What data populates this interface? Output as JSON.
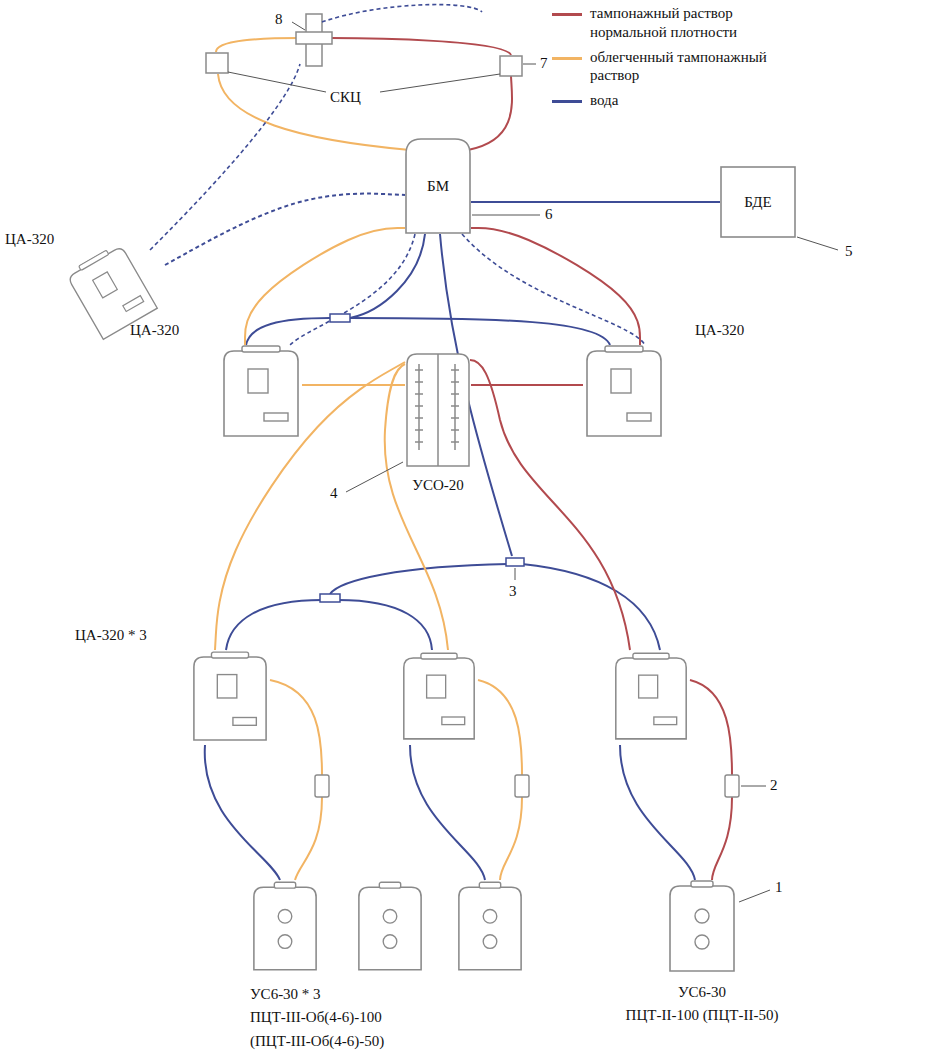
{
  "diagram": {
    "nodes": [
      {
        "text": [
          "БМ"
        ]
      },
      {
        "text": [
          "БДЕ"
        ]
      },
      {
        "text": [
          "ЦА-320"
        ]
      },
      {
        "text": [
          "ЦА-320"
        ]
      },
      {
        "text": [
          "УСО-20"
        ]
      },
      {
        "text": [
          "ЦА-320"
        ]
      },
      {
        "text": [
          "ЦА-320 * 3"
        ]
      },
      {
        "text": [
          "УС6-30",
          "ПЦТ-II-100 (ПЦТ-II-50)"
        ]
      }
    ],
    "edges": [
      {
        "from": 1,
        "to": 0,
        "arrow": "none"
      },
      {
        "from": 2,
        "to": 0,
        "arrow": "none"
      },
      {
        "from": 3,
        "to": 0,
        "arrow": "none"
      },
      {
        "from": 5,
        "to": 0,
        "arrow": "none"
      },
      {
        "from": 3,
        "to": 4,
        "arrow": "none"
      },
      {
        "from": 4,
        "to": 5,
        "arrow": "none"
      },
      {
        "from": 6,
        "to": 4,
        "arrow": "none"
      }
    ],
    "labels": [
      "8",
      "7",
      "СКЦ",
      "6",
      "5",
      "4",
      "3",
      "2",
      "1",
      "УС6-30 * 3",
      "ПЦТ-III-Об(4-6)-100",
      "(ПЦТ-III-Об(4-6)-50)"
    ],
    "legend": [
      {
        "text": "тампонажный раствор нормальной плотности",
        "color": "#b24a4e"
      },
      {
        "text": "облегченный тампонажный раствор",
        "color": "#f2b463"
      },
      {
        "text": "вода",
        "color": "#3e4c96"
      }
    ]
  }
}
